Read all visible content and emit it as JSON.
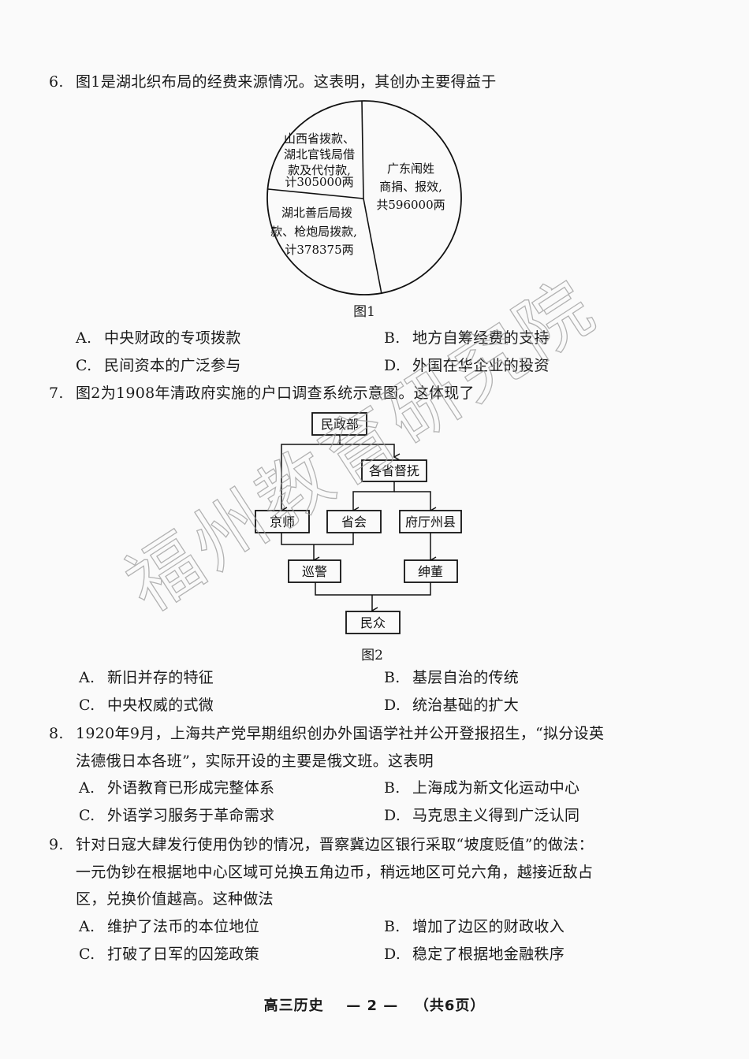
{
  "questions": [
    {
      "number": "6.",
      "stem": [
        "图1是湖北织布局的经费来源情况。这表明，其创办主要得益于"
      ],
      "figure_caption": "图1",
      "options": [
        {
          "letter": "A.",
          "text": "中央财政的专项拨款"
        },
        {
          "letter": "B.",
          "text": "地方自筹经费的支持"
        },
        {
          "letter": "C.",
          "text": "民间资本的广泛参与"
        },
        {
          "letter": "D.",
          "text": "外国在华企业的投资"
        }
      ]
    },
    {
      "number": "7.",
      "stem": [
        "图2为1908年清政府实施的户口调查系统示意图。这体现了"
      ],
      "figure_caption": "图2",
      "options": [
        {
          "letter": "A.",
          "text": "新旧并存的特征"
        },
        {
          "letter": "B.",
          "text": "基层自治的传统"
        },
        {
          "letter": "C.",
          "text": "中央权威的式微"
        },
        {
          "letter": "D.",
          "text": "统治基础的扩大"
        }
      ]
    },
    {
      "number": "8.",
      "stem": [
        "1920年9月，上海共产党早期组织创办外国语学社并公开登报招生，“拟分设英",
        "法德俄日本各班”，实际开设的主要是俄文班。这表明"
      ],
      "options": [
        {
          "letter": "A.",
          "text": "外语教育已形成完整体系"
        },
        {
          "letter": "B.",
          "text": "上海成为新文化运动中心"
        },
        {
          "letter": "C.",
          "text": "外语学习服务于革命需求"
        },
        {
          "letter": "D.",
          "text": "马克思主义得到广泛认同"
        }
      ]
    },
    {
      "number": "9.",
      "stem": [
        "针对日寇大肆发行使用伪钞的情况，晋察冀边区银行采取“坡度贬值”的做法：",
        "一元伪钞在根据地中心区域可兑换五角边币，稍远地区可兑六角，越接近敌占",
        "区，兑换价值越高。这种做法"
      ],
      "options": [
        {
          "letter": "A.",
          "text": "维护了法币的本位地位"
        },
        {
          "letter": "B.",
          "text": "增加了边区的财政收入"
        },
        {
          "letter": "C.",
          "text": "打破了日军的囚笼政策"
        },
        {
          "letter": "D.",
          "text": "稳定了根据地金融秩序"
        }
      ]
    }
  ],
  "chart_data": {
    "type": "pie",
    "title": "图1",
    "unit": "两",
    "categories": [
      "广东闱姓商捐、报效",
      "湖北善后局拨款、枪炮局拨款",
      "山西省拨款、湖北官钱局借款及代付款"
    ],
    "values": [
      596000,
      378375,
      305000
    ],
    "labels": [
      [
        "广东闱姓",
        "商捐、报效,",
        "共596000两"
      ],
      [
        "湖北善后局拨",
        "款、枪炮局拨款,",
        "计378375两"
      ],
      [
        "山西省拨款、",
        "湖北官钱局借",
        "款及代付款,",
        "计305000两"
      ]
    ],
    "legend": "none"
  },
  "diagram": {
    "caption": "图2",
    "nodes": {
      "minzhengbu": "民政部",
      "dufu": "各省督抚",
      "jingshi": "京师",
      "shenghui": "省会",
      "futingzhouxian": "府厅州县",
      "xunjing": "巡警",
      "shendong": "绅董",
      "minzhong": "民众"
    },
    "edges": [
      [
        "民政部",
        "京师"
      ],
      [
        "民政部",
        "各省督抚"
      ],
      [
        "各省督抚",
        "省会"
      ],
      [
        "各省督抚",
        "府厅州县"
      ],
      [
        "京师",
        "巡警"
      ],
      [
        "省会",
        "巡警"
      ],
      [
        "府厅州县",
        "绅董"
      ],
      [
        "巡警",
        "民众"
      ],
      [
        "绅董",
        "民众"
      ]
    ]
  },
  "watermark": "福州教育研究院",
  "footer": {
    "subject": "高三历史",
    "page": "— 2 —",
    "total": "（共6页）"
  }
}
